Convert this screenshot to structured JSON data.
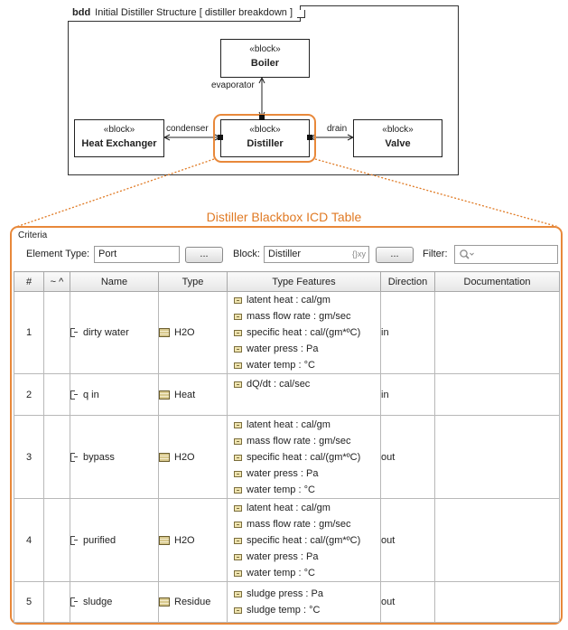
{
  "bdd": {
    "keyword": "bdd",
    "title": "Initial Distiller Structure [ distiller breakdown ]",
    "blocks": {
      "boiler": {
        "stereotype": "«block»",
        "name": "Boiler"
      },
      "distiller": {
        "stereotype": "«block»",
        "name": "Distiller"
      },
      "heat_exchanger": {
        "stereotype": "«block»",
        "name": "Heat Exchanger"
      },
      "valve": {
        "stereotype": "«block»",
        "name": "Valve"
      }
    },
    "connectors": {
      "evaporator": "evaporator",
      "condenser": "condenser",
      "drain": "drain"
    },
    "highlight_color": "#e8883a"
  },
  "icd": {
    "title": "Distiller Blackbox ICD Table",
    "title_color": "#e07a24",
    "criteria": {
      "label": "Criteria",
      "element_type_label": "Element Type:",
      "element_type_value": "Port",
      "browse_label": "...",
      "block_label": "Block:",
      "block_value": "Distiller",
      "block_hint": "{}xy",
      "filter_label": "Filter:",
      "filter_icon": "search-icon"
    },
    "columns": [
      "#",
      "~ ^",
      "Name",
      "Type",
      "Type Features",
      "Direction",
      "Documentation"
    ],
    "rows": [
      {
        "num": "1",
        "name": "dirty water",
        "type": "H2O",
        "features": [
          "latent heat : cal/gm",
          "mass flow rate : gm/sec",
          "specific heat : cal/(gm*ºC)",
          "water press : Pa",
          "water temp : °C"
        ],
        "direction": "in",
        "documentation": ""
      },
      {
        "num": "2",
        "name": "q in",
        "type": "Heat",
        "features": [
          "dQ/dt : cal/sec"
        ],
        "direction": "in",
        "documentation": ""
      },
      {
        "num": "3",
        "name": "bypass",
        "type": "H2O",
        "features": [
          "latent heat : cal/gm",
          "mass flow rate : gm/sec",
          "specific heat : cal/(gm*ºC)",
          "water press : Pa",
          "water temp : °C"
        ],
        "direction": "out",
        "documentation": ""
      },
      {
        "num": "4",
        "name": "purified",
        "type": "H2O",
        "features": [
          "latent heat : cal/gm",
          "mass flow rate : gm/sec",
          "specific heat : cal/(gm*ºC)",
          "water press : Pa",
          "water temp : °C"
        ],
        "direction": "out",
        "documentation": ""
      },
      {
        "num": "5",
        "name": "sludge",
        "type": "Residue",
        "features": [
          "sludge press : Pa",
          "sludge temp : °C"
        ],
        "direction": "out",
        "documentation": ""
      }
    ]
  }
}
